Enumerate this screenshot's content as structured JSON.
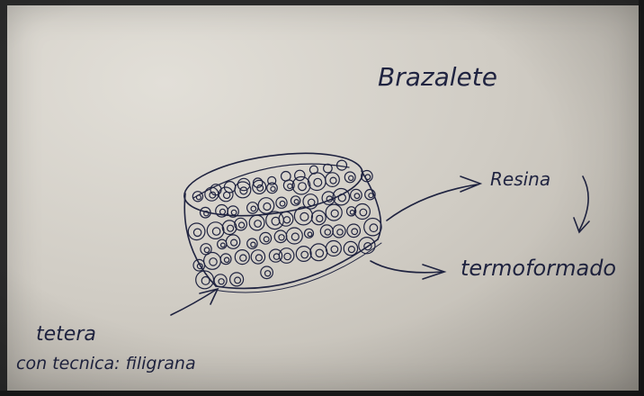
{
  "labels": {
    "title": "Brazalete",
    "resina": "Resina",
    "termoformado": "termoformado",
    "tetera": "tetera",
    "tecnica": "con tecnica: filigrana"
  },
  "colors": {
    "ink": "#1f2340",
    "paper": "#d4d0c8"
  }
}
